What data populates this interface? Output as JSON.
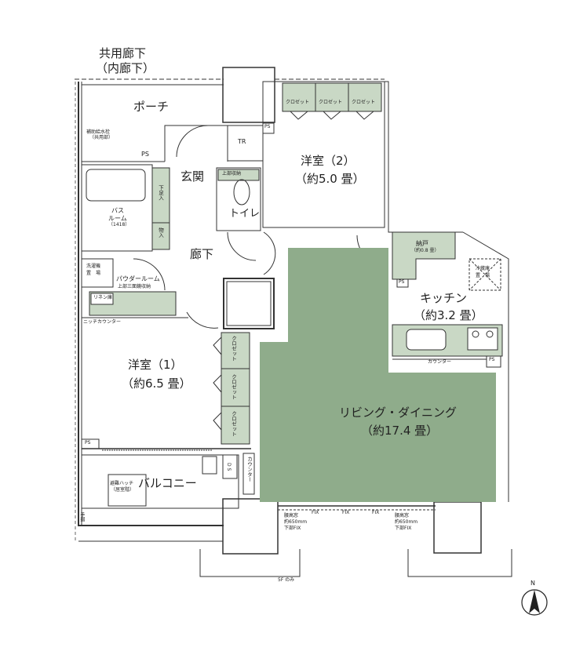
{
  "rooms": {
    "corridor": "共用廊下",
    "corridor_sub": "（内廊下）",
    "porch": "ポーチ",
    "entrance": "玄関",
    "hall": "廊下",
    "toilet": "トイレ",
    "bath": "バス",
    "bath_room": "ルーム",
    "bath_size": "（1418）",
    "powder": "パウダールーム",
    "bedroom1": "洋室（1）",
    "bedroom1_size": "（約6.5 畳）",
    "bedroom2": "洋室（2）",
    "bedroom2_size": "（約5.0 畳）",
    "living": "リビング・ダイニング",
    "living_size": "（約17.4 畳）",
    "kitchen": "キッチン",
    "kitchen_size": "（約3.2 畳）",
    "balcony": "バルコニー",
    "storage": "納戸",
    "storage_size": "（約0.8 畳）"
  },
  "fixtures": {
    "closet": "クロゼット",
    "ps": "PS",
    "ds": "D S",
    "tr": "TR",
    "shoes": "下足入",
    "storage_small": "物入",
    "linen": "リネン庫",
    "counter": "カウンター",
    "niche_counter": "ニッチカウンター",
    "laundry1": "洗濯機",
    "laundry2": "置　場",
    "fridge1": "冷蔵庫",
    "fridge2": "置　場",
    "fix": "FIX",
    "hatch1": "避難ハッチ",
    "hatch2": "（居室階）",
    "meter1": "補助給水栓",
    "meter2": "（共用部）",
    "vanity_note": "上部三面鏡収納",
    "toilet_note": "上部収納",
    "window_left1": "腰高窓",
    "window_left2": "約650mm",
    "window_left3": "下部FIX",
    "window_right1": "腰高窓",
    "window_right2": "約650mm",
    "window_right3": "下部FIX",
    "bottom_note": "5F のみ",
    "side_note": "手摺"
  },
  "compass": {
    "north": "N"
  },
  "colors": {
    "living": "#8fac8b",
    "fixture": "#c9d8c5",
    "wall": "#333333"
  }
}
